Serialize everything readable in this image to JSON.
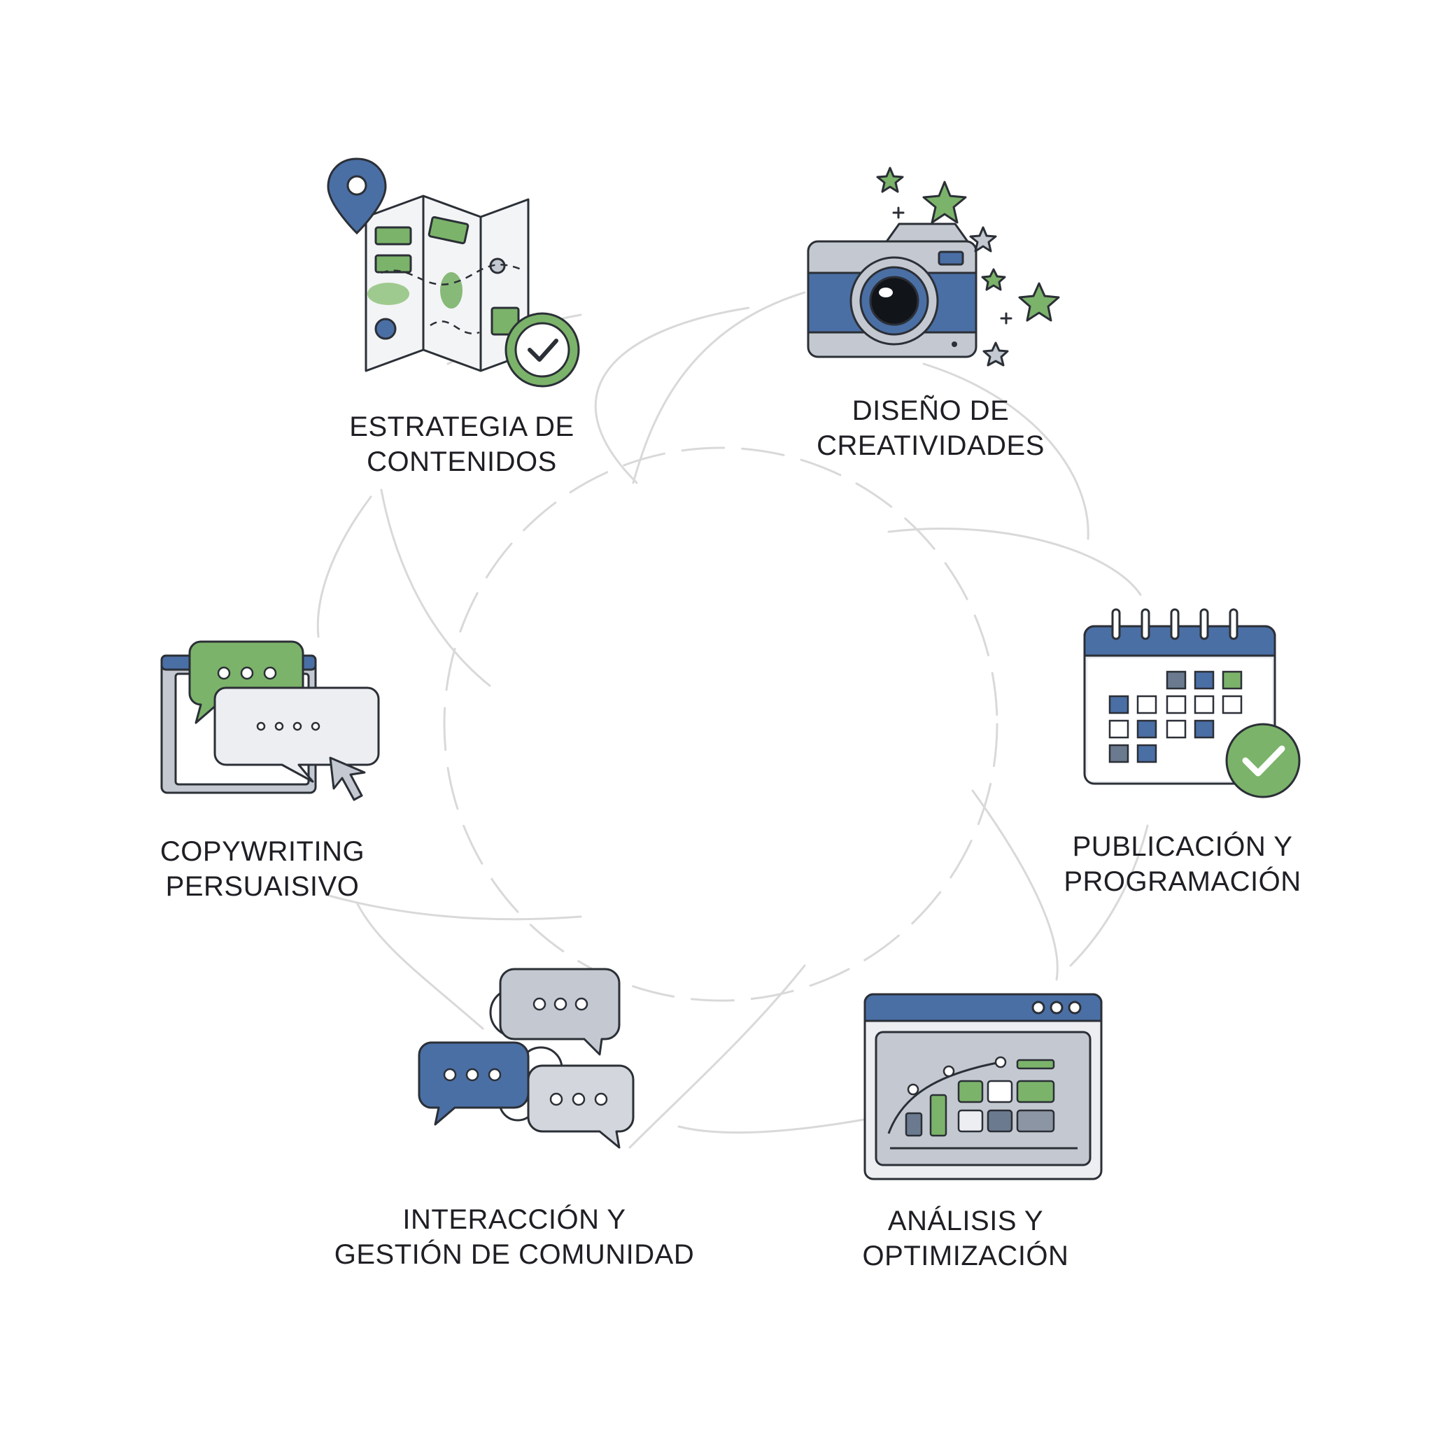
{
  "colors": {
    "blue": "#4a6fa5",
    "green": "#7bb36a",
    "gray": "#c4c8d0",
    "light": "#eceef1",
    "outline": "#2b2f36",
    "connector": "#d9d9d9",
    "text": "#1e1e24"
  },
  "steps": [
    {
      "icon": "folded-map-icon",
      "line1": "ESTRATEGIA DE",
      "line2": "CONTENIDOS"
    },
    {
      "icon": "camera-icon",
      "line1": "DISEÑO DE",
      "line2": "CREATIVIDADES"
    },
    {
      "icon": "calendar-check-icon",
      "line1": "PUBLICACIÓN Y",
      "line2": "PROGRAMACIÓN"
    },
    {
      "icon": "analytics-dashboard-icon",
      "line1": "ANÁLISIS Y",
      "line2": "OPTIMIZACIÓN"
    },
    {
      "icon": "chat-bubbles-icon",
      "line1": "INTERACCIÓN Y",
      "line2": "GESTIÓN DE COMUNIDAD"
    },
    {
      "icon": "chat-cursor-icon",
      "line1": "COPYWRITING",
      "line2": "PERSUAISIVO"
    }
  ]
}
